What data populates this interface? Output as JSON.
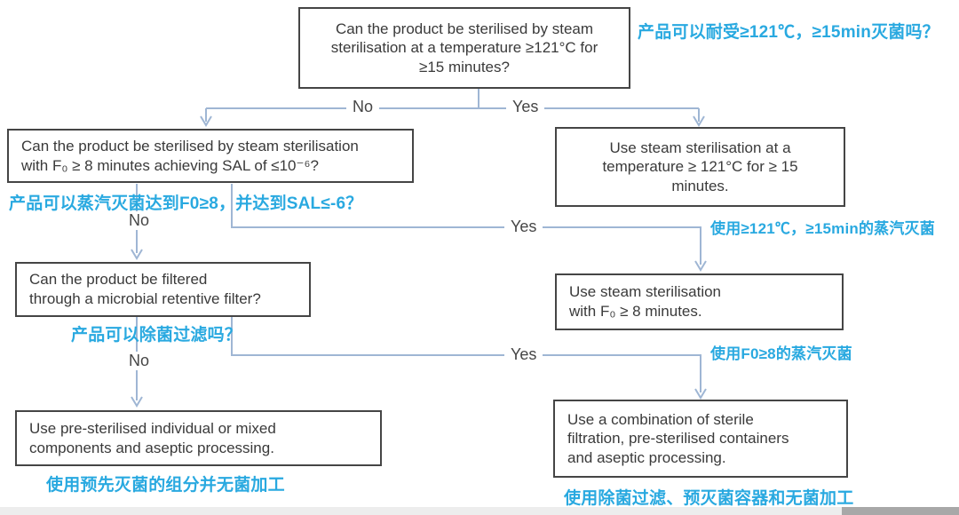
{
  "flowchart": {
    "nodes": {
      "q1": {
        "text": "Can the product be sterilised by steam\nsterilisation at a temperature ≥121°C for\n≥15 minutes?"
      },
      "q2": {
        "text": "Can the product be sterilised by steam sterilisation\nwith F₀ ≥ 8 minutes achieving SAL of ≤10⁻⁶?"
      },
      "q3": {
        "text": "Can the product be filtered\nthrough a microbial retentive filter?"
      },
      "result_steam_121": {
        "text": "Use steam sterilisation at a\ntemperature ≥ 121°C for ≥ 15\nminutes."
      },
      "result_steam_f0": {
        "text": "Use steam sterilisation\nwith F₀ ≥  8 minutes."
      },
      "result_aseptic_components": {
        "text": "Use pre-sterilised individual or mixed\ncomponents and aseptic processing."
      },
      "result_sterile_filtration": {
        "text": "Use a combination of sterile\nfiltration, pre-sterilised containers\nand aseptic processing."
      }
    },
    "edge_labels": {
      "no1": "No",
      "yes1": "Yes",
      "no2": "No",
      "yes2": "Yes",
      "no3": "No",
      "yes3": "Yes"
    },
    "annotations": {
      "zh_q1": "产品可以耐受≥121℃，≥15min灭菌吗？",
      "zh_q2": "产品可以蒸汽灭菌达到F0≥8，并达到SAL≤-6？",
      "zh_q3": "产品可以除菌过滤吗？",
      "zh_r1": "使用≥121℃，≥15min的蒸汽灭菌",
      "zh_r2": "使用F0≥8的蒸汽灭菌",
      "zh_r3": "使用预先灭菌的组分并无菌加工",
      "zh_r4": "使用除菌过滤、预灭菌容器和无菌加工"
    },
    "colors": {
      "annotation": "#29a9e0",
      "connector": "#9fb6d4",
      "box_border": "#454545",
      "box_text": "#3a3a3a"
    }
  }
}
